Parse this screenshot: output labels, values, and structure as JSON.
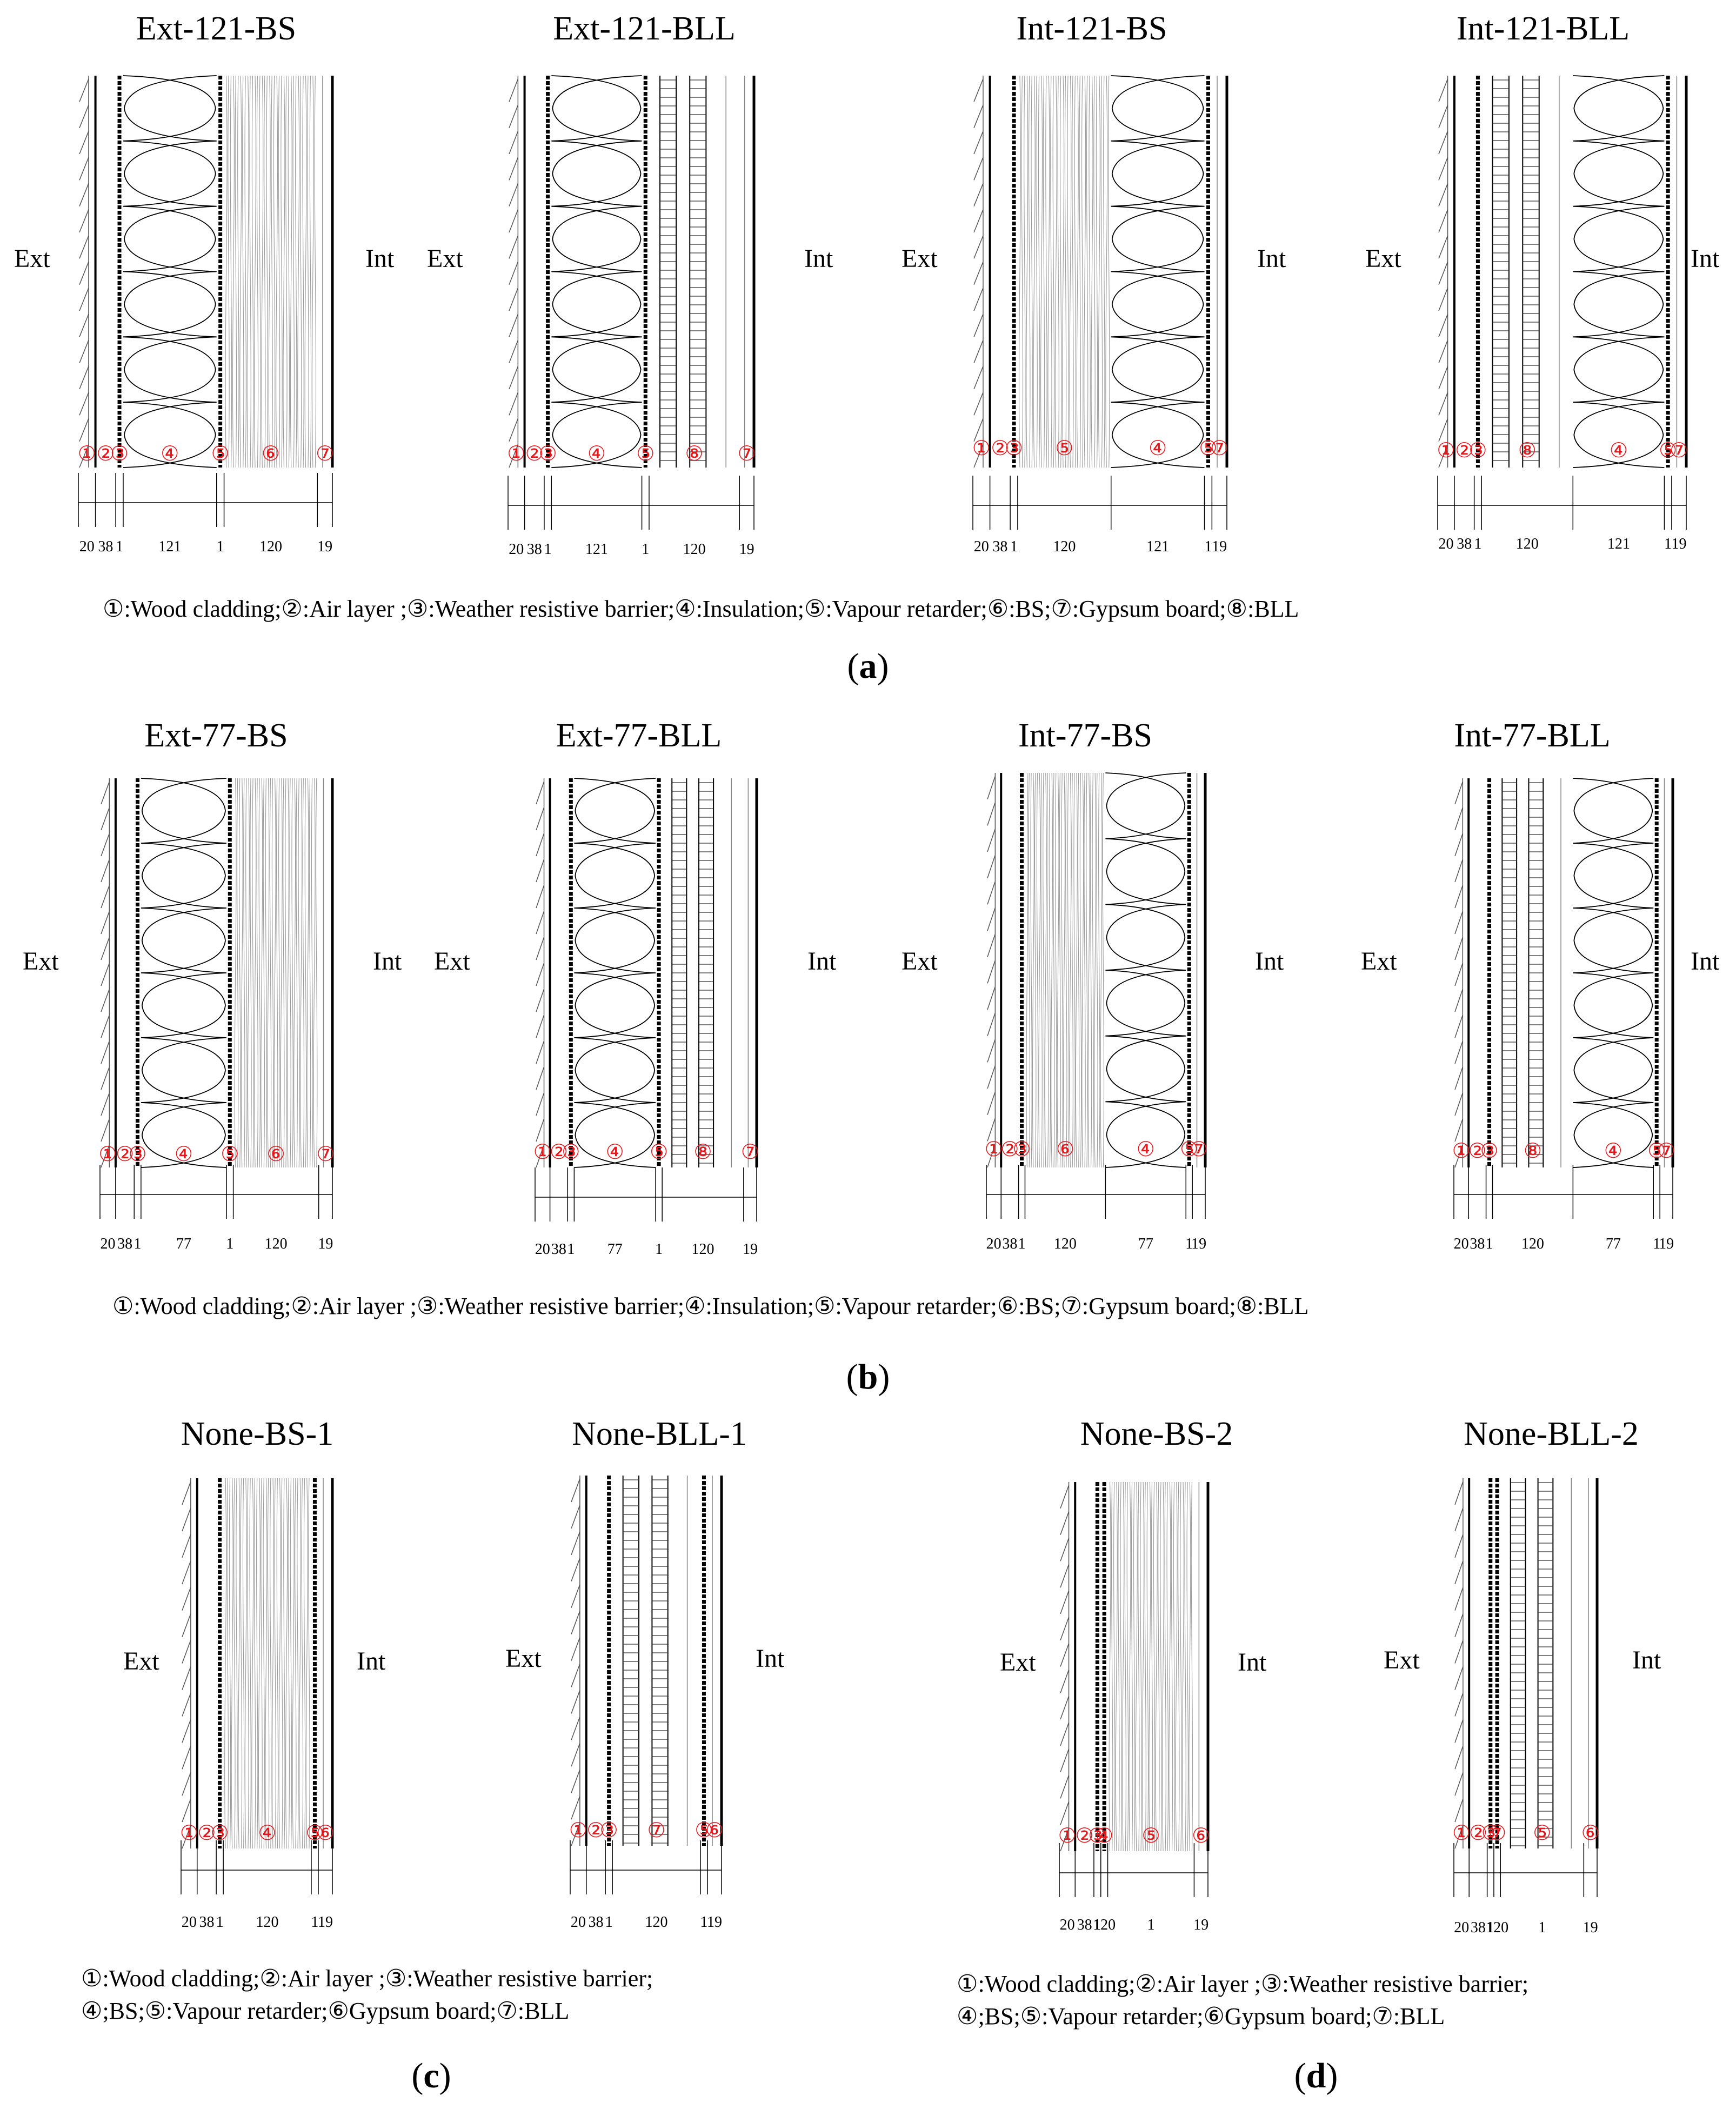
{
  "side_labels": {
    "ext": "Ext",
    "int": "Int"
  },
  "group_a": {
    "sublabel": "a",
    "legend": "①:Wood cladding;②:Air layer ;③:Weather resistive barrier;④:Insulation;⑤:Vapour retarder;⑥:BS;⑦:Gypsum board;⑧:BLL",
    "panels": [
      {
        "title": "Ext-121-BS",
        "layers": [
          "cladding",
          "air",
          "wrb",
          "insulation",
          "vr",
          "bs",
          "gypsum"
        ],
        "markers": [
          "①",
          "②",
          "③",
          "④",
          "⑤",
          "⑥",
          "⑦"
        ],
        "dims": [
          "20",
          "38",
          "1",
          "121",
          "1",
          "120",
          "19"
        ]
      },
      {
        "title": "Ext-121-BLL",
        "layers": [
          "cladding",
          "air",
          "wrb",
          "insulation",
          "vr",
          "bll",
          "gypsum"
        ],
        "markers": [
          "①",
          "②",
          "③",
          "④",
          "⑤",
          "⑧",
          "⑦"
        ],
        "dims": [
          "20",
          "38",
          "1",
          "121",
          "1",
          "120",
          "19"
        ]
      },
      {
        "title": "Int-121-BS",
        "layers": [
          "cladding",
          "air",
          "wrb",
          "bs",
          "insulation",
          "vr",
          "gypsum"
        ],
        "markers": [
          "①",
          "②",
          "③",
          "⑤",
          "④",
          "⑤",
          "⑦"
        ],
        "dims": [
          "20",
          "38",
          "1",
          "120",
          "121",
          "1",
          "19"
        ]
      },
      {
        "title": "Int-121-BLL",
        "layers": [
          "cladding",
          "air",
          "wrb",
          "bll",
          "insulation",
          "vr",
          "gypsum"
        ],
        "markers": [
          "①",
          "②",
          "③",
          "⑧",
          "④",
          "⑤",
          "⑦"
        ],
        "dims": [
          "20",
          "38",
          "1",
          "120",
          "121",
          "1",
          "19"
        ]
      }
    ]
  },
  "group_b": {
    "sublabel": "b",
    "legend": "①:Wood cladding;②:Air layer ;③:Weather resistive barrier;④:Insulation;⑤:Vapour retarder;⑥:BS;⑦:Gypsum board;⑧:BLL",
    "panels": [
      {
        "title": "Ext-77-BS",
        "layers": [
          "cladding",
          "air",
          "wrb",
          "insulation",
          "vr",
          "bs",
          "gypsum"
        ],
        "markers": [
          "①",
          "②",
          "③",
          "④",
          "⑤",
          "⑥",
          "⑦"
        ],
        "dims": [
          "20",
          "38",
          "1",
          "77",
          "1",
          "120",
          "19"
        ]
      },
      {
        "title": "Ext-77-BLL",
        "layers": [
          "cladding",
          "air",
          "wrb",
          "insulation",
          "vr",
          "bll",
          "gypsum"
        ],
        "markers": [
          "①",
          "②",
          "③",
          "④",
          "⑤",
          "⑧",
          "⑦"
        ],
        "dims": [
          "20",
          "38",
          "1",
          "77",
          "1",
          "120",
          "19"
        ]
      },
      {
        "title": "Int-77-BS",
        "layers": [
          "cladding",
          "air",
          "wrb",
          "bs",
          "insulation",
          "vr",
          "gypsum"
        ],
        "markers": [
          "①",
          "②",
          "③",
          "⑥",
          "④",
          "⑤",
          "⑦"
        ],
        "dims": [
          "20",
          "38",
          "1",
          "120",
          "77",
          "1",
          "19"
        ]
      },
      {
        "title": "Int-77-BLL",
        "layers": [
          "cladding",
          "air",
          "wrb",
          "bll",
          "insulation",
          "vr",
          "gypsum"
        ],
        "markers": [
          "①",
          "②",
          "③",
          "⑧",
          "④",
          "⑤",
          "⑦"
        ],
        "dims": [
          "20",
          "38",
          "1",
          "120",
          "77",
          "1",
          "19"
        ]
      }
    ]
  },
  "group_c": {
    "sublabel": "c",
    "legend_line1": "①:Wood cladding;②:Air layer ;③:Weather resistive barrier;",
    "legend_line2": "④;BS;⑤:Vapour retarder;⑥Gypsum board;⑦:BLL",
    "panels": [
      {
        "title": "None-BS-1",
        "layers": [
          "cladding",
          "air",
          "wrb",
          "bs",
          "vr",
          "gypsum"
        ],
        "markers": [
          "①",
          "②",
          "③",
          "④",
          "⑤",
          "⑥"
        ],
        "dims": [
          "20",
          "38",
          "1",
          "120",
          "1",
          "19"
        ]
      },
      {
        "title": "None-BLL-1",
        "layers": [
          "cladding",
          "air",
          "wrb",
          "bll",
          "vr",
          "gypsum"
        ],
        "markers": [
          "①",
          "②",
          "③",
          "⑦",
          "⑤",
          "⑥"
        ],
        "dims": [
          "20",
          "38",
          "1",
          "120",
          "1",
          "19"
        ]
      }
    ]
  },
  "group_d": {
    "sublabel": "d",
    "legend_line1": "①:Wood cladding;②:Air layer ;③:Weather resistive barrier;",
    "legend_line2": "④;BS;⑤:Vapour retarder;⑥Gypsum board;⑦:BLL",
    "panels": [
      {
        "title": "None-BS-2",
        "layers": [
          "cladding",
          "air",
          "wrb",
          "vr",
          "bs",
          "gypsum"
        ],
        "markers": [
          "①",
          "②",
          "③",
          "④",
          "⑤",
          "⑥"
        ],
        "dims": [
          "20",
          "38",
          "1",
          "120",
          "1",
          "19"
        ]
      },
      {
        "title": "None-BLL-2",
        "layers": [
          "cladding",
          "air",
          "wrb",
          "vr",
          "bll",
          "gypsum"
        ],
        "markers": [
          "①",
          "②",
          "③",
          "⑦",
          "⑤",
          "⑥"
        ],
        "dims": [
          "20",
          "38",
          "1",
          "120",
          "1",
          "19"
        ]
      }
    ]
  },
  "colors": {
    "marker": "#e8151b",
    "line": "#000000",
    "hatch": "#9a9a9a"
  }
}
